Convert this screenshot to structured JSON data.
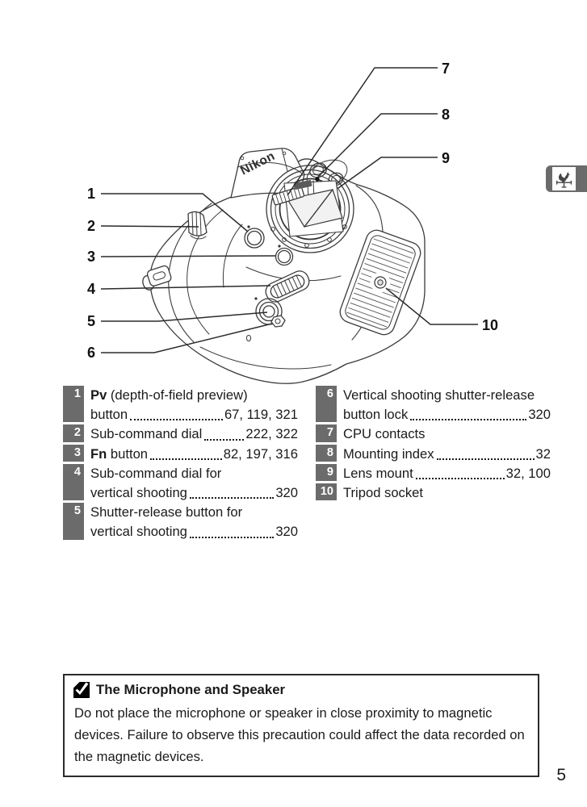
{
  "page": {
    "number": "5"
  },
  "sidebar_tab": {
    "icon": "rooster-weathervane-icon"
  },
  "figure": {
    "brand": "Nikon",
    "callouts": [
      "1",
      "2",
      "3",
      "4",
      "5",
      "6",
      "7",
      "8",
      "9",
      "10"
    ]
  },
  "parts_list": {
    "left": [
      {
        "num": "1",
        "lines": [
          {
            "bold": "Pv",
            "text": " (depth-of-field preview)"
          },
          {
            "text": "button",
            "pages": "67, 119, 321"
          }
        ]
      },
      {
        "num": "2",
        "lines": [
          {
            "text": "Sub-command dial",
            "pages": "222, 322"
          }
        ]
      },
      {
        "num": "3",
        "lines": [
          {
            "bold": "Fn",
            "text": " button",
            "pages": "82, 197, 316"
          }
        ]
      },
      {
        "num": "4",
        "lines": [
          {
            "text": "Sub-command dial for"
          },
          {
            "text": "vertical shooting",
            "pages": "320"
          }
        ]
      },
      {
        "num": "5",
        "lines": [
          {
            "text": "Shutter-release button for"
          },
          {
            "text": "vertical shooting",
            "pages": "320"
          }
        ]
      }
    ],
    "right": [
      {
        "num": "6",
        "lines": [
          {
            "text": "Vertical shooting shutter-release"
          },
          {
            "text": "button lock",
            "pages": "320"
          }
        ]
      },
      {
        "num": "7",
        "lines": [
          {
            "text": "CPU contacts"
          }
        ]
      },
      {
        "num": "8",
        "lines": [
          {
            "text": "Mounting index",
            "pages": "32"
          }
        ]
      },
      {
        "num": "9",
        "lines": [
          {
            "text": "Lens mount",
            "pages": "32, 100"
          }
        ]
      },
      {
        "num": "10",
        "lines": [
          {
            "text": "Tripod socket"
          }
        ]
      }
    ]
  },
  "note": {
    "icon": "checkmark-note-icon",
    "title": "The Microphone and Speaker",
    "body": "Do not place the microphone or speaker in close proximity to magnetic devices.  Failure to observe this precaution could affect the data recorded on the magnetic devices."
  },
  "colors": {
    "chip_gray": "#6b6b6b",
    "ink": "#1a1a1a"
  }
}
